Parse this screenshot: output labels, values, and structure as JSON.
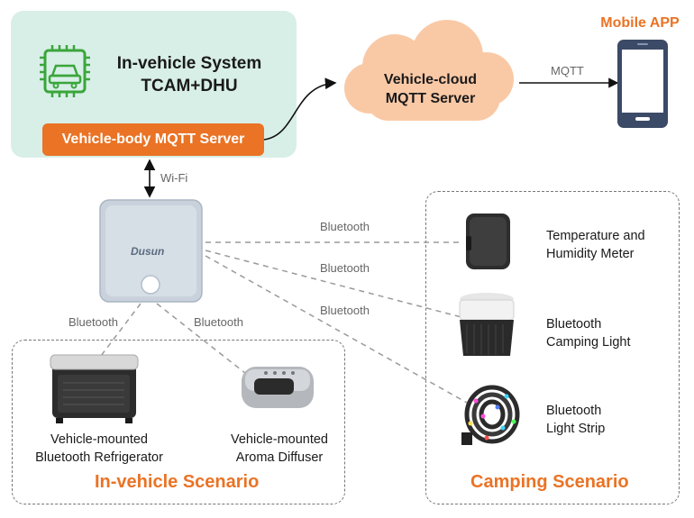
{
  "system": {
    "line1": "In-vehicle System",
    "line2": "TCAM+DHU"
  },
  "vehicle_mqtt": {
    "label": "Vehicle-body MQTT Server"
  },
  "cloud": {
    "line1": "Vehicle-cloud",
    "line2": "MQTT Server"
  },
  "mobile": {
    "title": "Mobile APP"
  },
  "links": {
    "mqtt": "MQTT",
    "wifi": "Wi-Fi",
    "bluetooth": "Bluetooth"
  },
  "gateway": {
    "brand": "Dusun"
  },
  "camping_devices": [
    {
      "line1": "Temperature and",
      "line2": "Humidity Meter"
    },
    {
      "line1": "Bluetooth",
      "line2": "Camping Light"
    },
    {
      "line1": "Bluetooth",
      "line2": "Light Strip"
    }
  ],
  "vehicle_devices": [
    {
      "line1": "Vehicle-mounted",
      "line2": "Bluetooth Refrigerator"
    },
    {
      "line1": "Vehicle-mounted",
      "line2": "Aroma Diffuser"
    }
  ],
  "scenarios": {
    "in_vehicle": "In-vehicle Scenario",
    "camping": "Camping Scenario"
  },
  "colors": {
    "accent": "#ea7325",
    "system_bg": "#d8efe8",
    "cloud": "#f9c9a6",
    "chip_green": "#3aa63a",
    "phone": "#3b4a66"
  },
  "icons": {
    "chip": "car-chip-icon",
    "phone": "smartphone-icon",
    "cloud": "cloud-icon"
  }
}
